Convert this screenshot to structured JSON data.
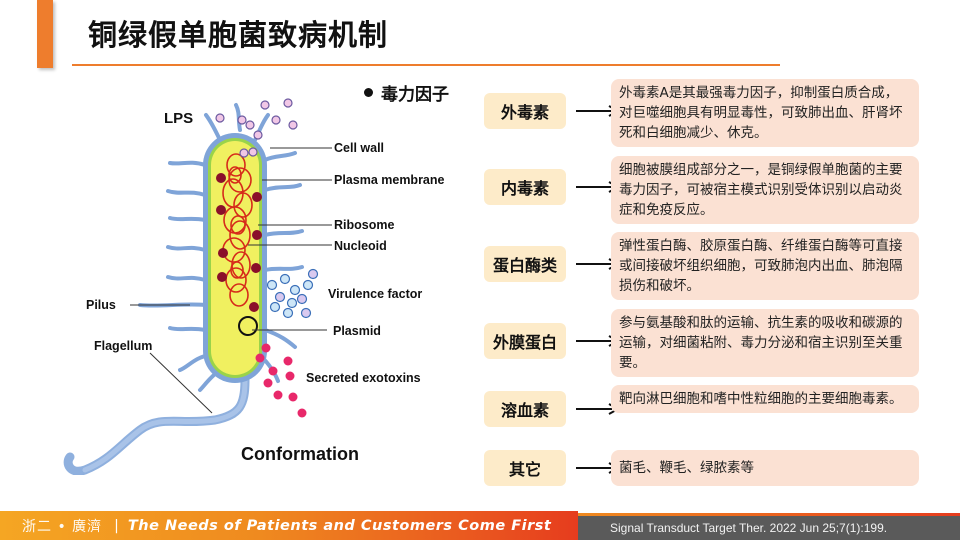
{
  "header": {
    "title": "铜绿假单胞菌致病机制",
    "accent_color": "#ee7d2d"
  },
  "section": {
    "heading": "毒力因子"
  },
  "diagram": {
    "caption": "Conformation",
    "labels": {
      "lps": "LPS",
      "cell_wall": "Cell wall",
      "plasma_membrane": "Plasma membrane",
      "ribosome": "Ribosome",
      "nucleoid": "Nucleoid",
      "pilus": "Pilus",
      "virulence_factor": "Virulence factor",
      "plasmid": "Plasmid",
      "flagellum": "Flagellum",
      "secreted_exotoxins": "Secreted exotoxins"
    }
  },
  "factors": [
    {
      "label": "外毒素",
      "description": "外毒素A是其最强毒力因子，抑制蛋白质合成，对巨噬细胞具有明显毒性，可致肺出血、肝肾坏死和白细胞减少、休克。"
    },
    {
      "label": "内毒素",
      "description": "细胞被膜组成部分之一，是铜绿假单胞菌的主要毒力因子，可被宿主模式识别受体识别以启动炎症和免疫反应。"
    },
    {
      "label": "蛋白酶类",
      "description": "弹性蛋白酶、胶原蛋白酶、纤维蛋白酶等可直接或间接破坏组织细胞，可致肺泡内出血、肺泡隔损伤和破坏。"
    },
    {
      "label": "外膜蛋白",
      "description": "参与氨基酸和肽的运输、抗生素的吸收和碳源的运输，对细菌粘附、毒力分泌和宿主识别至关重要。"
    },
    {
      "label": "溶血素",
      "description": "靶向淋巴细胞和嗜中性粒细胞的主要细胞毒素。"
    },
    {
      "label": "其它",
      "description": "菌毛、鞭毛、绿脓素等"
    }
  ],
  "footer": {
    "org": "浙二 • 廣濟",
    "separator": "|",
    "slogan": "The Needs of Patients and Customers Come First",
    "citation": "Signal Transduct Target Ther. 2022 Jun 25;7(1):199."
  }
}
